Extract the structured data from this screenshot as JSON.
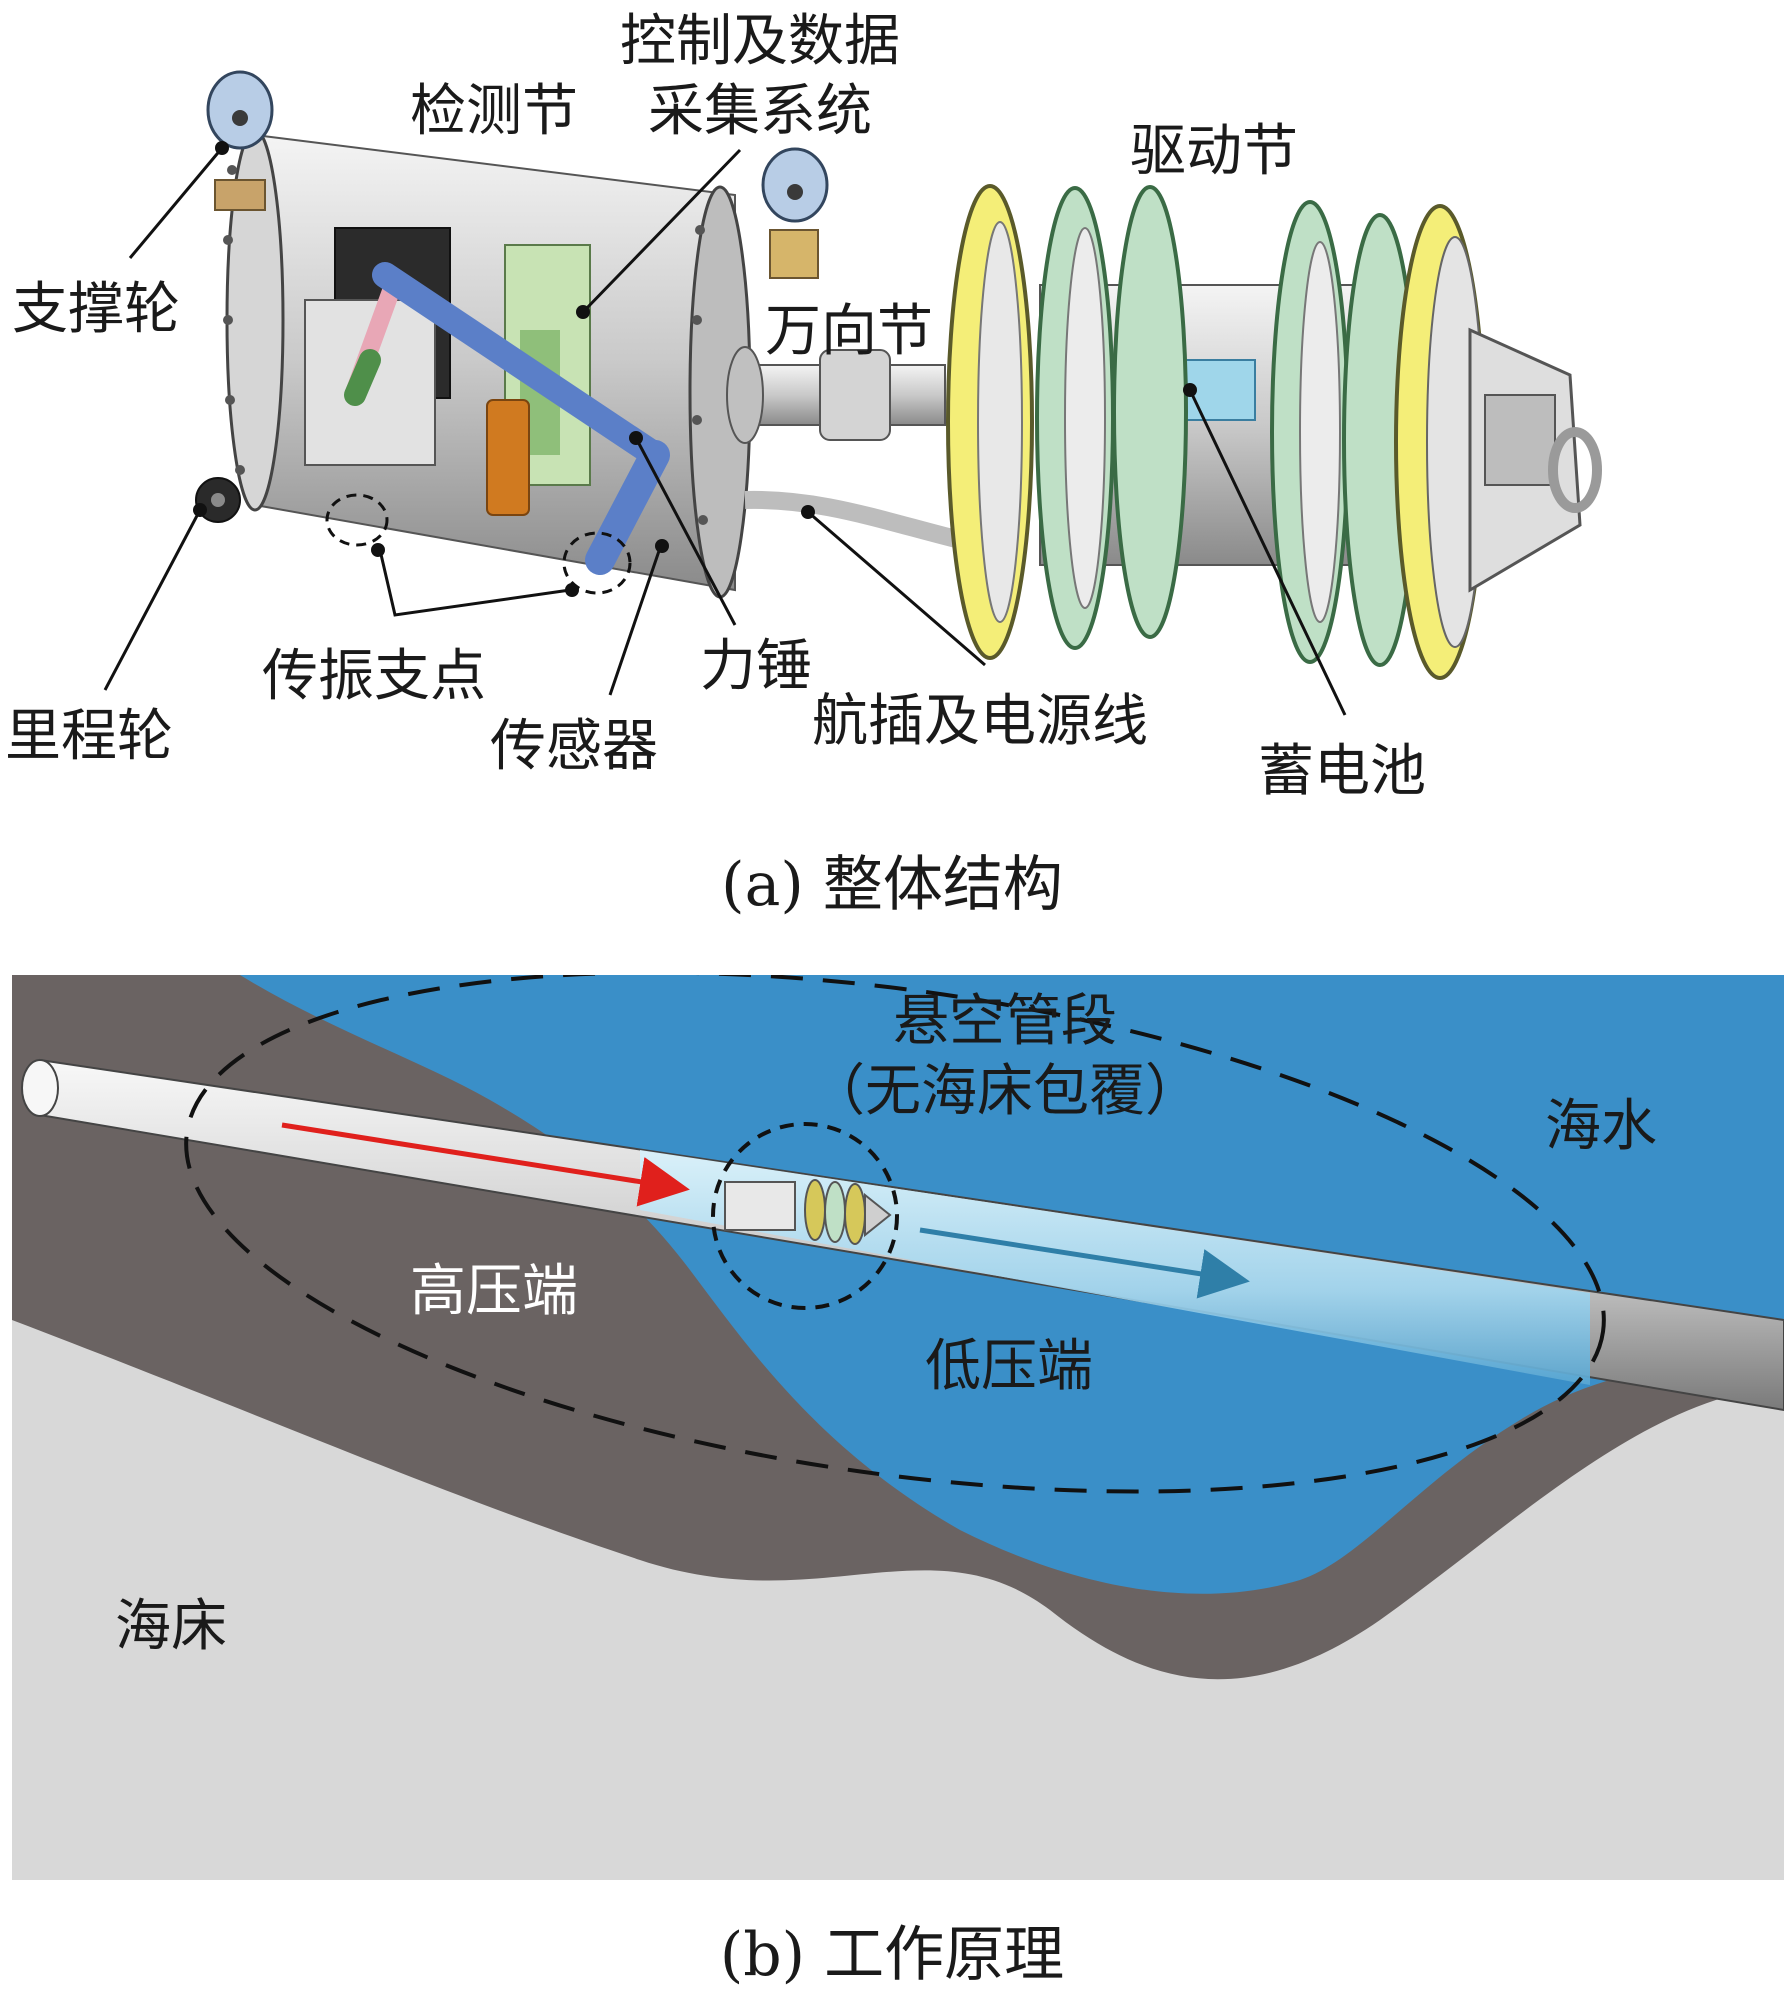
{
  "panel_a": {
    "caption": "(a)  整体结构",
    "labels": {
      "control_line1": "控制及数据",
      "control_line2": "采集系统",
      "detection": "检测节",
      "drive": "驱动节",
      "support_wheel": "支撑轮",
      "universal_joint": "万向节",
      "odometer_wheel": "里程轮",
      "vibration_fulcrum": "传振支点",
      "sensor": "传感器",
      "hammer": "力锤",
      "connector_cable": "航插及电源线",
      "battery": "蓄电池"
    }
  },
  "panel_b": {
    "caption": "(b)  工作原理",
    "labels": {
      "span_line1": "悬空管段",
      "span_line2": "（无海床包覆）",
      "seawater": "海水",
      "high_pressure": "高压端",
      "low_pressure": "低压端",
      "seabed": "海床"
    },
    "colors": {
      "seawater": "#3a8fc8",
      "seabed_dark": "#6a6362",
      "seabed_light": "#d8d8d8",
      "flow_arrow": "#e0201c"
    }
  }
}
